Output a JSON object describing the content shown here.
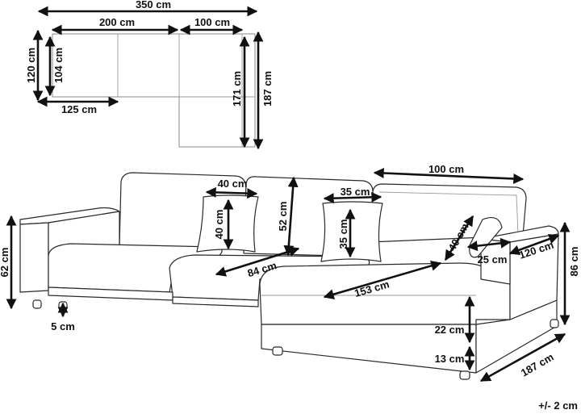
{
  "plan_view": {
    "total_width": "350 cm",
    "section_left_width": "200 cm",
    "section_right_width": "100 cm",
    "outer_depth": "120 cm",
    "seat_depth": "104 cm",
    "chaise_seat_length": "171 cm",
    "chaise_total_length": "187 cm",
    "armrest_to_module": "125 cm"
  },
  "side_view": {
    "chaise_back_width": "100 cm",
    "cushion_large_width": "40 cm",
    "cushion_large_height": "40 cm",
    "back_height": "52 cm",
    "cushion_small_width": "35 cm",
    "cushion_small_height": "35 cm",
    "seat_depth": "84 cm",
    "chaise_seat_length": "153 cm",
    "bolster_length": "40 cm",
    "arm_inner": "25 cm",
    "arm_width": "120 cm",
    "total_height": "86 cm",
    "seat_height": "62 cm",
    "foot_height": "5 cm",
    "cushion_thickness": "22 cm",
    "base_height": "13 cm",
    "chaise_total_length": "187 cm",
    "tolerance": "+/- 2 cm"
  }
}
